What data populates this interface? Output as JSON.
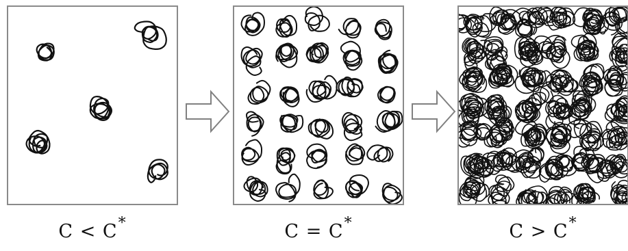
{
  "panels": [
    {
      "label_left": "C",
      "relation": "<",
      "label_right": "C",
      "star": "*",
      "density": "dilute"
    },
    {
      "label_left": "C",
      "relation": "=",
      "label_right": "C",
      "star": "*",
      "density": "overlap"
    },
    {
      "label_left": "C",
      "relation": ">",
      "label_right": "C",
      "star": "*",
      "density": "semi-dilute"
    }
  ],
  "colors": {
    "frame": "#8a8a8a",
    "chain": "#111111",
    "arrow": "#808080"
  }
}
